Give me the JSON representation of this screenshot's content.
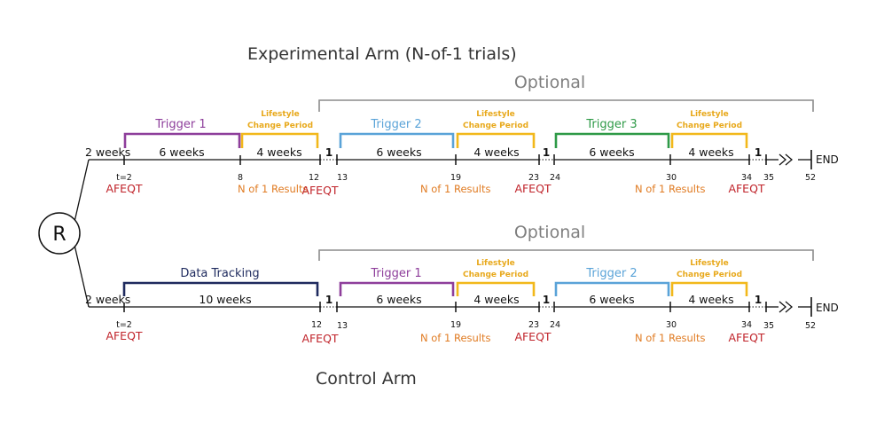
{
  "title_experimental": "Experimental Arm (N-of-1 trials)",
  "title_control": "Control Arm",
  "randomize": "R",
  "optional": "Optional",
  "end": "END",
  "afeqt": "AFEQT",
  "nof1": "N of 1 Results",
  "one": "1",
  "lifestyle_line1": "Lifestyle",
  "lifestyle_line2": "Change Period",
  "t2": "t=2",
  "weeks": {
    "w2": "2 weeks",
    "w6": "6 weeks",
    "w4": "4 weeks",
    "w10": "10 weeks"
  },
  "ticks": {
    "t8": "8",
    "t12": "12",
    "t13": "13",
    "t19": "19",
    "t23": "23",
    "t24": "24",
    "t30": "30",
    "t34": "34",
    "t35": "35",
    "t52": "52"
  },
  "experimental": {
    "trigger1": "Trigger 1",
    "trigger2": "Trigger 2",
    "trigger3": "Trigger 3"
  },
  "control": {
    "tracking": "Data Tracking",
    "trigger1": "Trigger 1",
    "trigger2": "Trigger 2"
  },
  "colors": {
    "purple": "#8e3e9b",
    "blue": "#5aa3d8",
    "green": "#2e9a47",
    "navy": "#1e2a5e",
    "yellow": "#f2b81b",
    "red": "#c0232a",
    "orange": "#e07b22",
    "gray": "#8c8c8c"
  }
}
